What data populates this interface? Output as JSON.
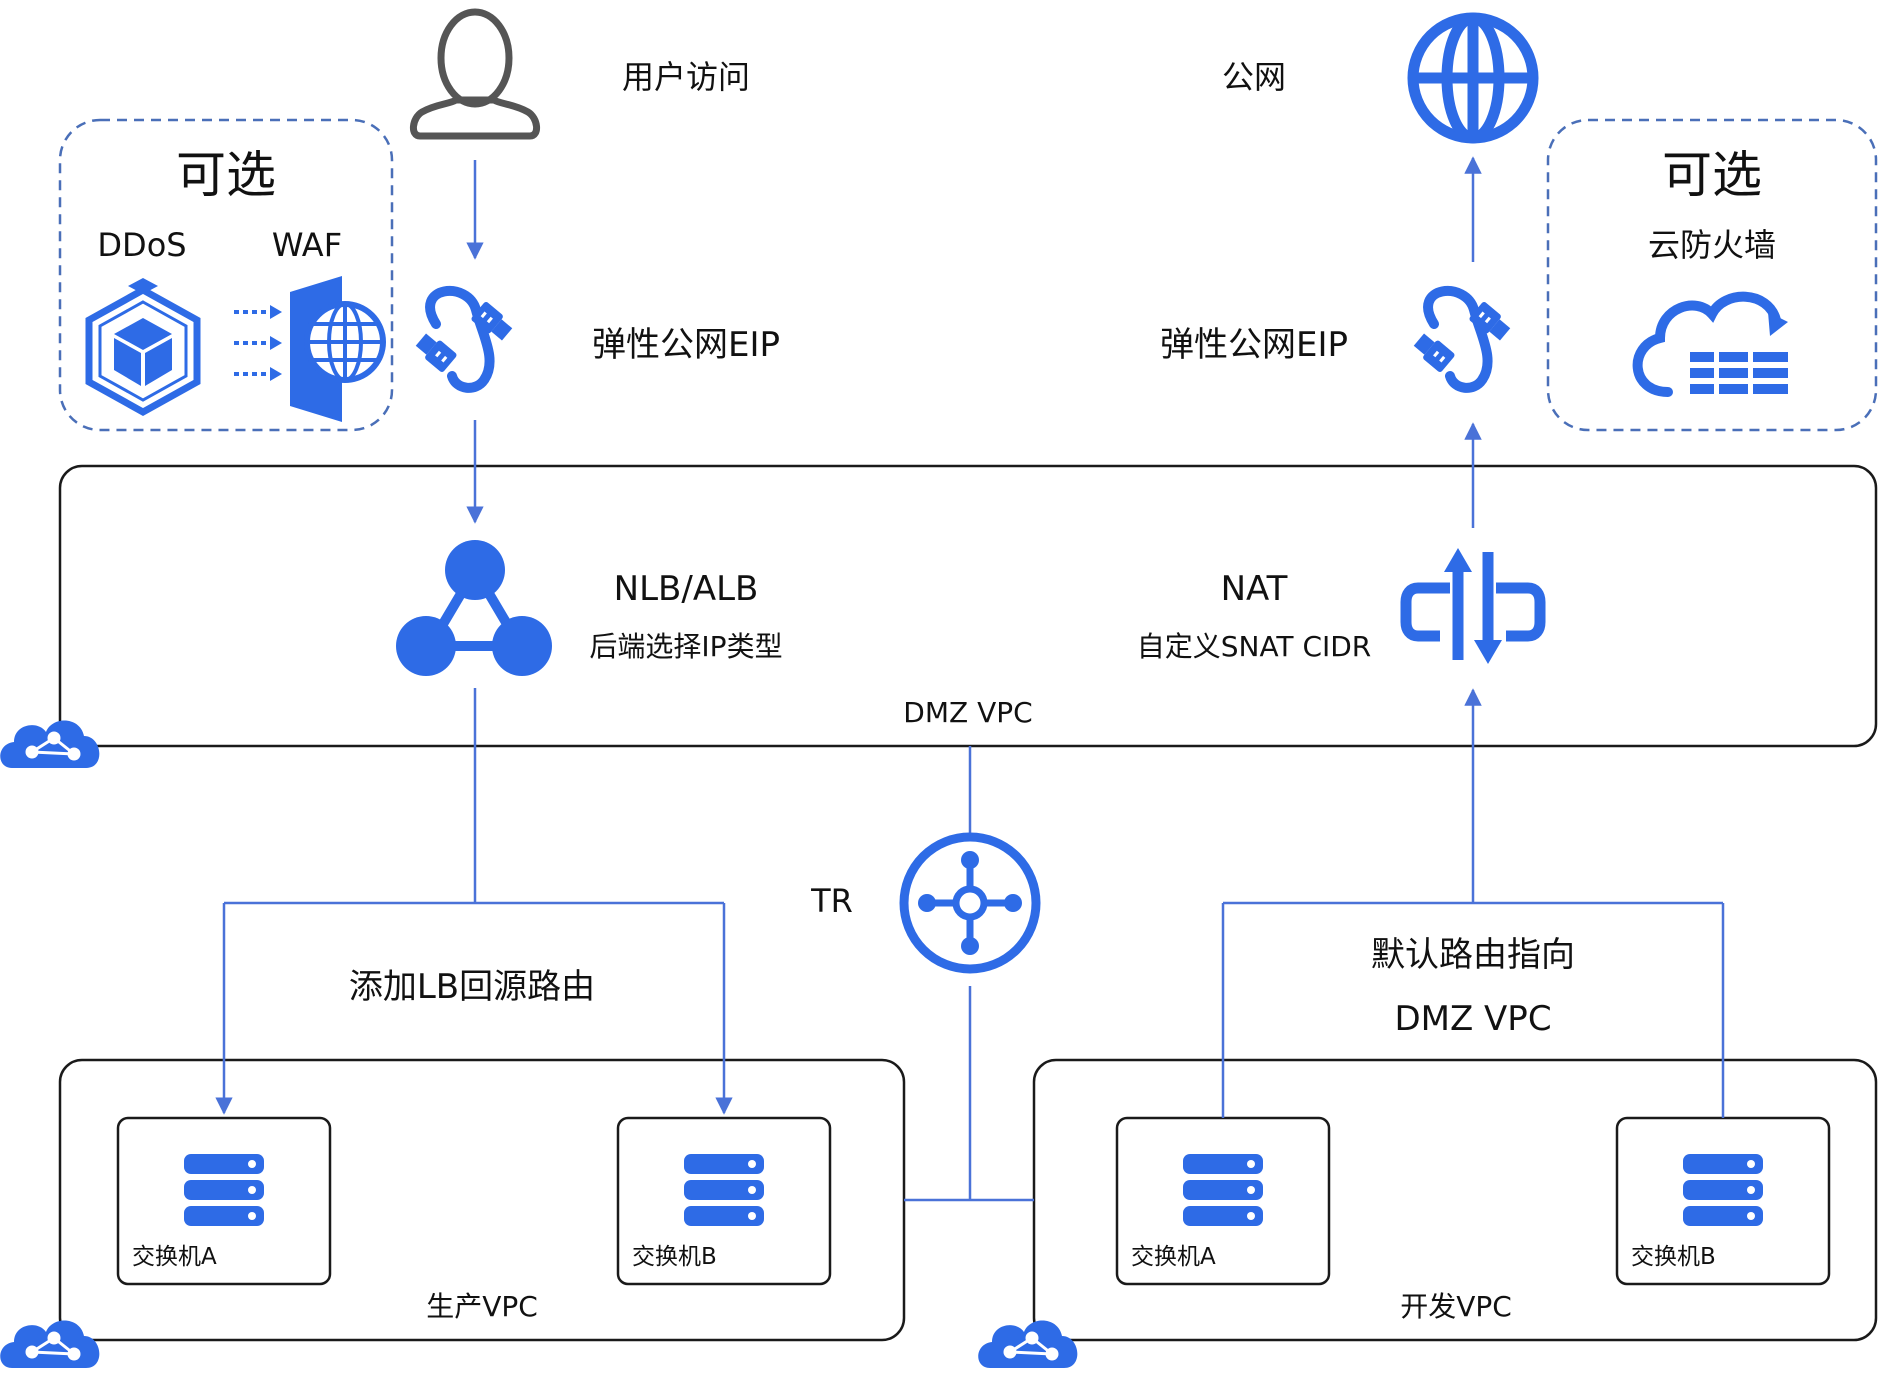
{
  "left_top": {
    "user_access": "用户访问",
    "eip": "弹性公网EIP",
    "optional_title": "可选",
    "ddos": "DDoS",
    "waf": "WAF"
  },
  "right_top": {
    "public_network": "公网",
    "eip": "弹性公网EIP",
    "optional_title": "可选",
    "cloud_firewall": "云防火墙"
  },
  "dmz": {
    "lb_title": "NLB/ALB",
    "lb_sub": "后端选择IP类型",
    "nat_title": "NAT",
    "nat_sub": "自定义SNAT CIDR",
    "name": "DMZ VPC"
  },
  "tr": {
    "label": "TR"
  },
  "notes": {
    "lb_route": "添加LB回源路由",
    "default_route_line1": "默认路由指向",
    "default_route_line2": "DMZ VPC"
  },
  "prod_vpc": {
    "name": "生产VPC",
    "switch_a": "交换机A",
    "switch_b": "交换机B"
  },
  "dev_vpc": {
    "name": "开发VPC",
    "switch_a": "交换机A",
    "switch_b": "交换机B"
  },
  "colors": {
    "accent": "#2E6BE6",
    "line": "#4A72D8",
    "border": "#1a1a1a",
    "dashed": "#4A6FB8"
  },
  "icons": {
    "user": "user-icon",
    "eip": "eip-link-icon",
    "globe": "globe-icon",
    "ddos": "ddos-shield-icon",
    "waf": "waf-icon",
    "firewall": "cloud-firewall-icon",
    "lb": "load-balancer-icon",
    "nat": "nat-gateway-icon",
    "tr": "transit-router-icon",
    "server": "server-stack-icon",
    "vpc": "vpc-cloud-icon"
  }
}
